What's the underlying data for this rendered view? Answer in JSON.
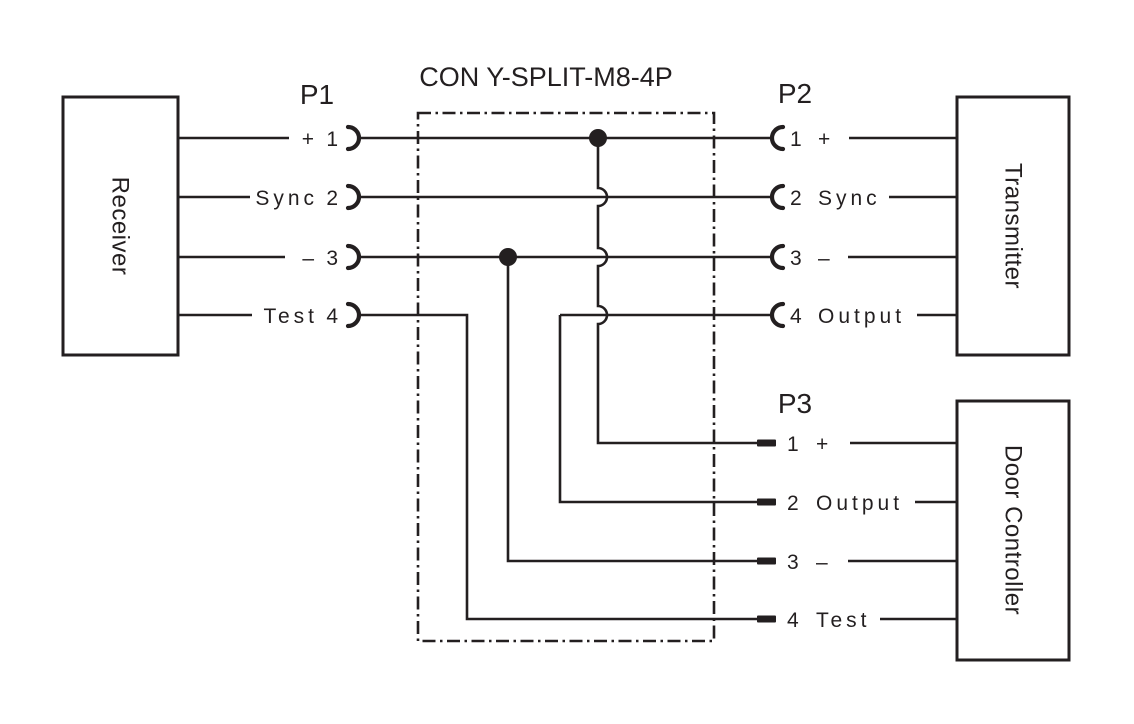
{
  "title": "CON Y-SPLIT-M8-4P",
  "boxes": {
    "receiver": "Receiver",
    "transmitter": "Transmitter",
    "door_controller": "Door Controller"
  },
  "p1": {
    "label": "P1",
    "pins": [
      {
        "num": "1",
        "signal": "+"
      },
      {
        "num": "2",
        "signal": "Sync"
      },
      {
        "num": "3",
        "signal": "–"
      },
      {
        "num": "4",
        "signal": "Test"
      }
    ]
  },
  "p2": {
    "label": "P2",
    "pins": [
      {
        "num": "1",
        "signal": "+"
      },
      {
        "num": "2",
        "signal": "Sync"
      },
      {
        "num": "3",
        "signal": "–"
      },
      {
        "num": "4",
        "signal": "Output"
      }
    ]
  },
  "p3": {
    "label": "P3",
    "pins": [
      {
        "num": "1",
        "signal": "+"
      },
      {
        "num": "2",
        "signal": "Output"
      },
      {
        "num": "3",
        "signal": "–"
      },
      {
        "num": "4",
        "signal": "Test"
      }
    ]
  },
  "colors": {
    "line": "#231f20",
    "background": "#ffffff"
  }
}
